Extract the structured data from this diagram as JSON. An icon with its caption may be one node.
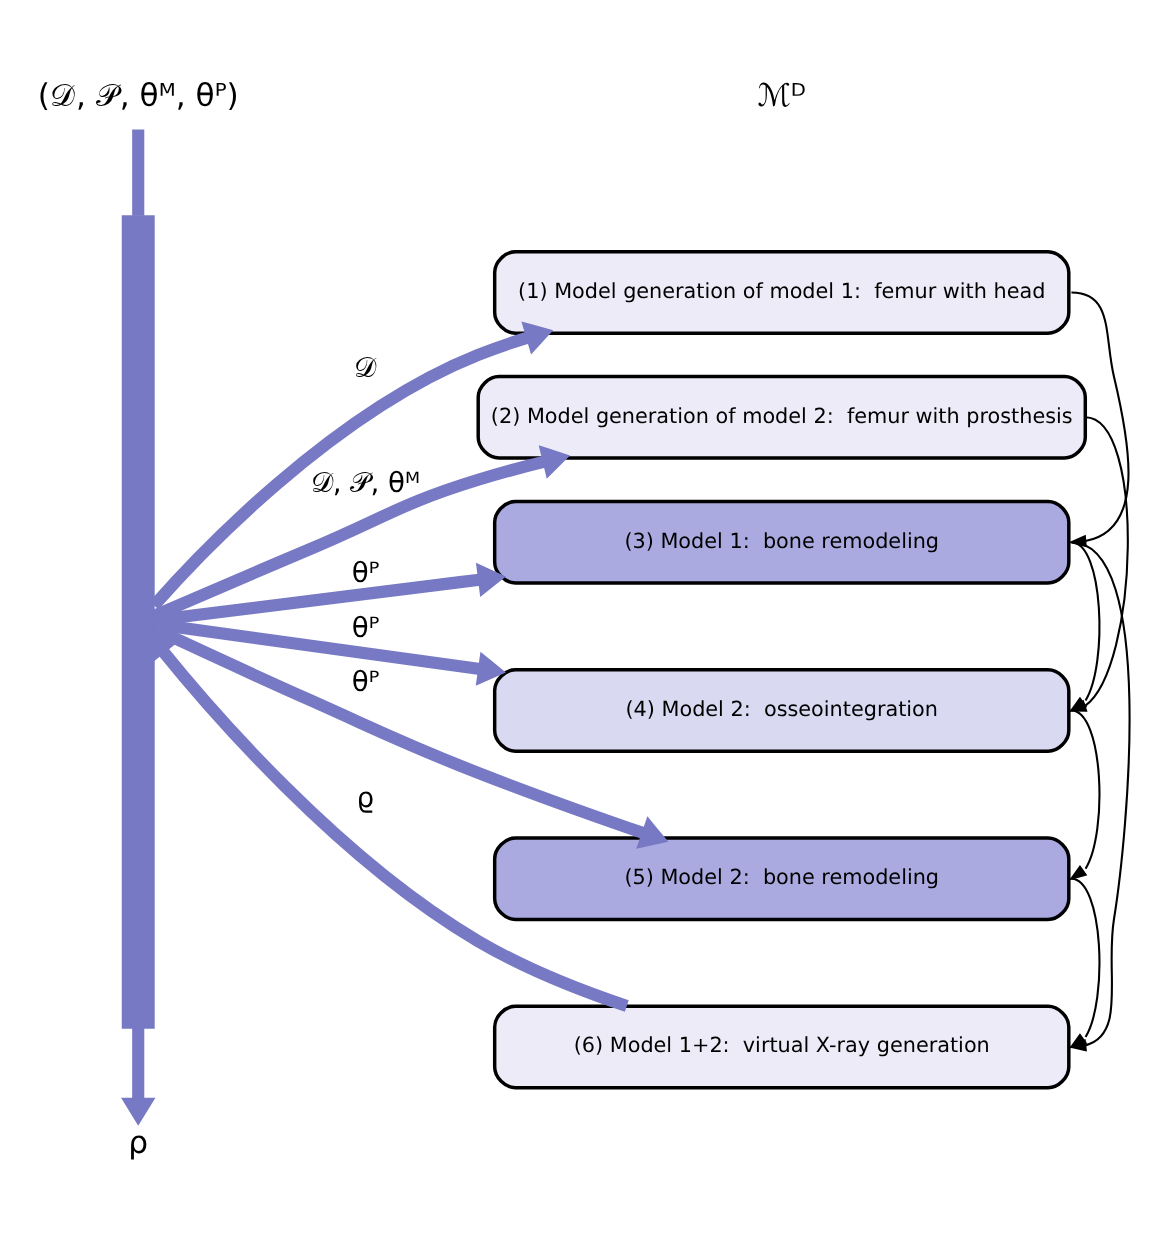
{
  "diagram": {
    "nodes": [
      {
        "text": [
          "(𝒟, 𝒫, θᴹ, θᴾ)"
        ]
      },
      {
        "text": [],
        "shape": "bar"
      },
      {
        "text": [
          "ρ"
        ]
      },
      {
        "text": [
          "(1) Model generation of model 1:  femur with head"
        ]
      },
      {
        "text": [
          "(2) Model generation of model 2:  femur with prosthesis"
        ]
      },
      {
        "text": [
          "(3) Model 1:  bone remodeling"
        ]
      },
      {
        "text": [
          "(4) Model 2:  osseointegration"
        ]
      },
      {
        "text": [
          "(5) Model 2:  bone remodeling"
        ]
      },
      {
        "text": [
          "(6) Model 1+2:  virtual X-ray generation"
        ]
      }
    ],
    "edges": [
      {
        "from": 0,
        "to": 1,
        "arrow": "none"
      },
      {
        "from": 1,
        "to": 2,
        "arrow": "to"
      },
      {
        "from": 1,
        "to": 3,
        "arrow": "to",
        "label": "𝒟"
      },
      {
        "from": 1,
        "to": 4,
        "arrow": "to",
        "label": "𝒟, 𝒫, θᴹ"
      },
      {
        "from": 1,
        "to": 5,
        "arrow": "to",
        "label": "θᴾ"
      },
      {
        "from": 1,
        "to": 6,
        "arrow": "to",
        "label": "θᴾ"
      },
      {
        "from": 1,
        "to": 7,
        "arrow": "to",
        "label": "θᴾ"
      },
      {
        "from": 8,
        "to": 1,
        "arrow": "to",
        "label": "ϱ"
      },
      {
        "from": 3,
        "to": 5,
        "arrow": "to",
        "color": "#000000"
      },
      {
        "from": 4,
        "to": 6,
        "arrow": "to",
        "color": "#000000"
      },
      {
        "from": 5,
        "to": 6,
        "arrow": "to",
        "color": "#000000"
      },
      {
        "from": 5,
        "to": 8,
        "arrow": "to",
        "color": "#000000"
      },
      {
        "from": 6,
        "to": 7,
        "arrow": "to",
        "color": "#000000"
      },
      {
        "from": 7,
        "to": 8,
        "arrow": "to",
        "color": "#000000"
      }
    ],
    "labels": [
      "ℳᴰ"
    ]
  }
}
